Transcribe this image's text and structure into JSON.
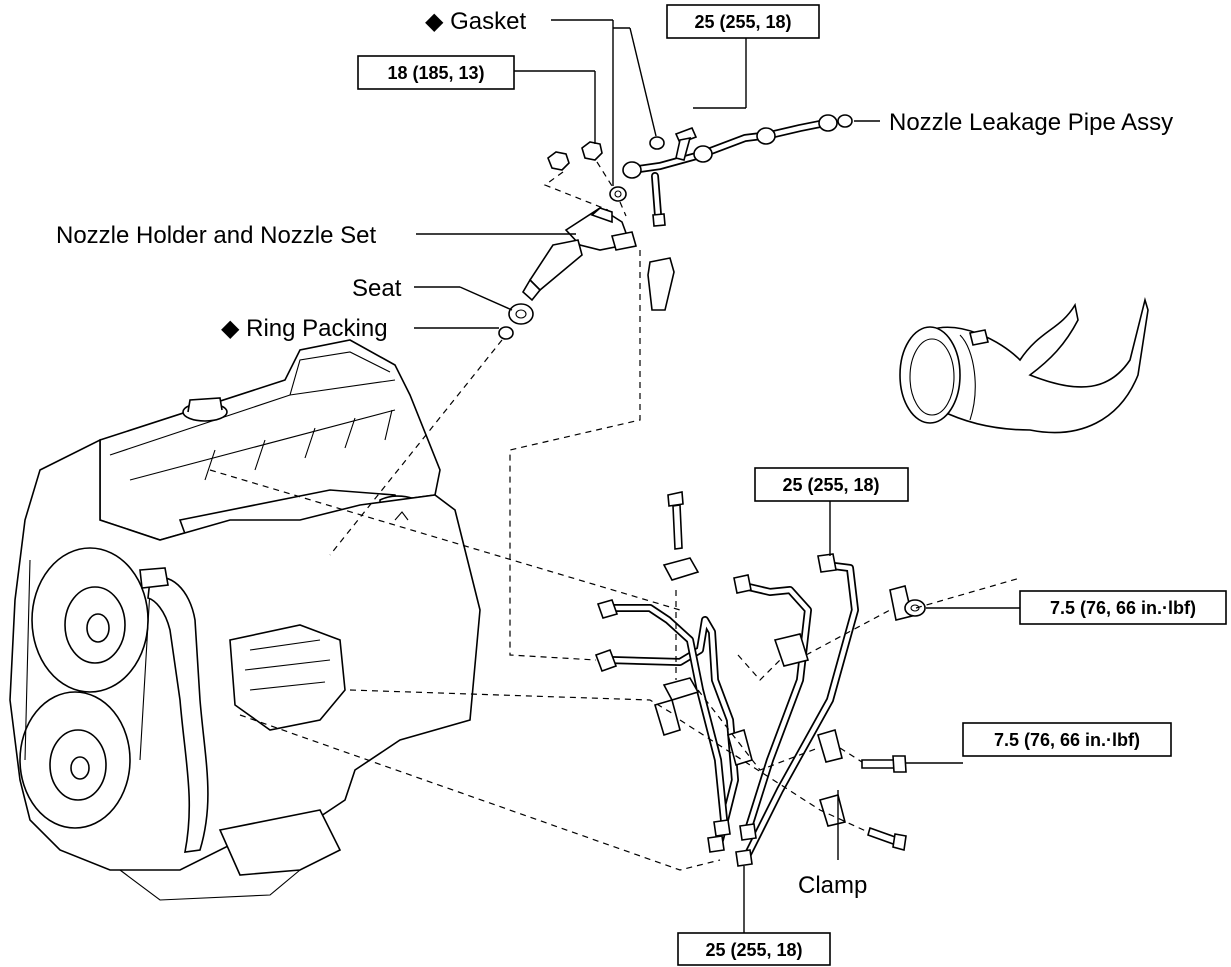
{
  "labels": {
    "gasket": "◆ Gasket",
    "nozzle_leakage_pipe": "Nozzle Leakage Pipe Assy",
    "nozzle_holder": "Nozzle Holder and Nozzle Set",
    "seat": "Seat",
    "ring_packing": "◆ Ring Packing",
    "clamp": "Clamp"
  },
  "torque": {
    "top_bolt": "25 (255, 18)",
    "nozzle_nut": "18 (185, 13)",
    "pipe_upper": "25 (255, 18)",
    "clamp_nut": "7.5 (76, 66 in.·lbf)",
    "clamp_bolt": "7.5 (76, 66 in.·lbf)",
    "pipe_lower": "25 (255, 18)"
  }
}
